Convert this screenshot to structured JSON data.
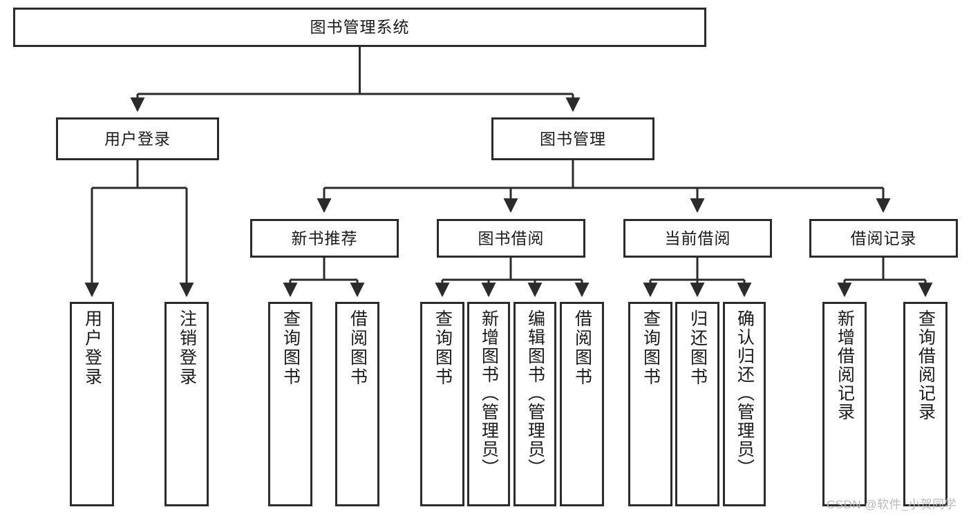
{
  "diagram": {
    "title": "图书管理系统",
    "type": "hierarchy-tree",
    "watermark": "CSDN @软件_小贺同学",
    "colors": {
      "box_border": "#2b2b2b",
      "box_fill": "#ffffff",
      "connector": "#2b2b2b",
      "text": "#1a1a1a",
      "watermark": "#b9b9b9"
    },
    "nodes": {
      "root": {
        "label": "图书管理系统"
      },
      "level2": [
        {
          "id": "user-login",
          "label": "用户登录"
        },
        {
          "id": "book-manage",
          "label": "图书管理"
        }
      ],
      "level3": [
        {
          "id": "new-book-recommend",
          "label": "新书推荐"
        },
        {
          "id": "book-borrow",
          "label": "图书借阅"
        },
        {
          "id": "current-borrow",
          "label": "当前借阅"
        },
        {
          "id": "borrow-record",
          "label": "借阅记录"
        }
      ],
      "leaves": {
        "user-login": [
          {
            "id": "leaf-user-login",
            "label": "用户登录"
          },
          {
            "id": "leaf-logout",
            "label": "注销登录"
          }
        ],
        "new-book-recommend": [
          {
            "id": "leaf-query-book-1",
            "label": "查询图书"
          },
          {
            "id": "leaf-borrow-book-1",
            "label": "借阅图书"
          }
        ],
        "book-borrow": [
          {
            "id": "leaf-query-book-2",
            "label": "查询图书"
          },
          {
            "id": "leaf-add-book",
            "label": "新增图书（管理员）"
          },
          {
            "id": "leaf-edit-book",
            "label": "编辑图书（管理员）"
          },
          {
            "id": "leaf-borrow-book-2",
            "label": "借阅图书"
          }
        ],
        "current-borrow": [
          {
            "id": "leaf-query-book-3",
            "label": "查询图书"
          },
          {
            "id": "leaf-return-book",
            "label": "归还图书"
          },
          {
            "id": "leaf-confirm-return",
            "label": "确认归还（管理员）"
          }
        ],
        "borrow-record": [
          {
            "id": "leaf-add-record",
            "label": "新增借阅记录"
          },
          {
            "id": "leaf-query-record",
            "label": "查询借阅记录"
          }
        ]
      }
    }
  }
}
